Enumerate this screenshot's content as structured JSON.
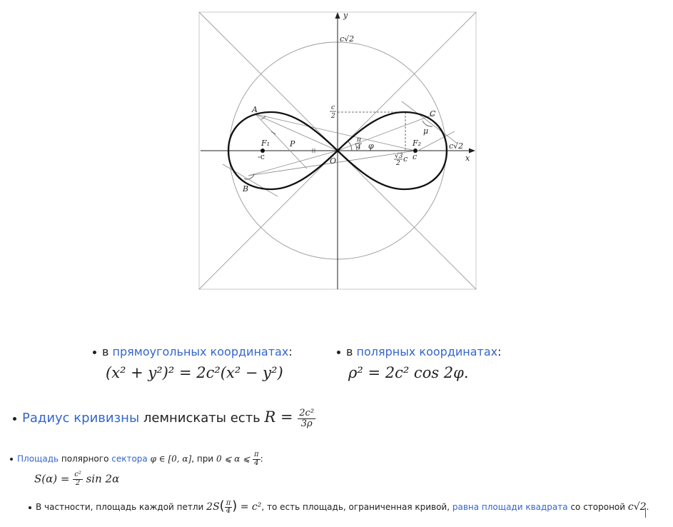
{
  "figure": {
    "labels": {
      "y": "y",
      "x": "x",
      "c_sqrt2_top": "c√2",
      "c_sqrt2_right": "c√2",
      "c_half_num": "c",
      "c_half_den": "2",
      "A": "A",
      "B": "B",
      "C": "C",
      "O": "O",
      "P": "P",
      "F1": "F₁",
      "F2": "F₂",
      "minus_c": "-c",
      "c": "c",
      "pi4_num": "π",
      "pi4_den": "4",
      "phi": "φ",
      "mu": "μ",
      "sqrt3_num": "√3",
      "sqrt3_den": "2",
      "sqrt3_c": "c"
    }
  },
  "formulas": {
    "rect_prefix": "в ",
    "rect_link": "прямоугольных координатах",
    "rect_suffix": ":",
    "rect_equation": "(x² + y²)² = 2c²(x² − y²)",
    "polar_prefix": "в ",
    "polar_link": "полярных координатах",
    "polar_suffix": ":",
    "polar_equation": "ρ² = 2c² cos 2φ."
  },
  "curvature": {
    "link": "Радиус кривизны",
    "text": " лемнискаты есть ",
    "lhs": "R = ",
    "num": "2c²",
    "den": "3ρ"
  },
  "area": {
    "link1": "Площадь",
    "text1": " полярного ",
    "link2": "сектора",
    "cond1": " φ ∈ [0, α]",
    "text2": ", при ",
    "cond2": "0 ⩽ α ⩽ ",
    "pi_num": "π",
    "pi_den": "4",
    "colon": ":",
    "eq_lhs": "S(α) = ",
    "eq_num": "c²",
    "eq_den": "2",
    "eq_rhs": " sin 2α"
  },
  "note": {
    "text1": "В частности, площадь каждой петли ",
    "expr1": "2S",
    "pi_num": "π",
    "pi_den": "4",
    "expr2": " = c²",
    "text2": ", то есть площадь, ограниченная кривой, ",
    "link": "равна площади квадрата",
    "text3": " со стороной ",
    "expr3": "c√2",
    "end": "."
  }
}
